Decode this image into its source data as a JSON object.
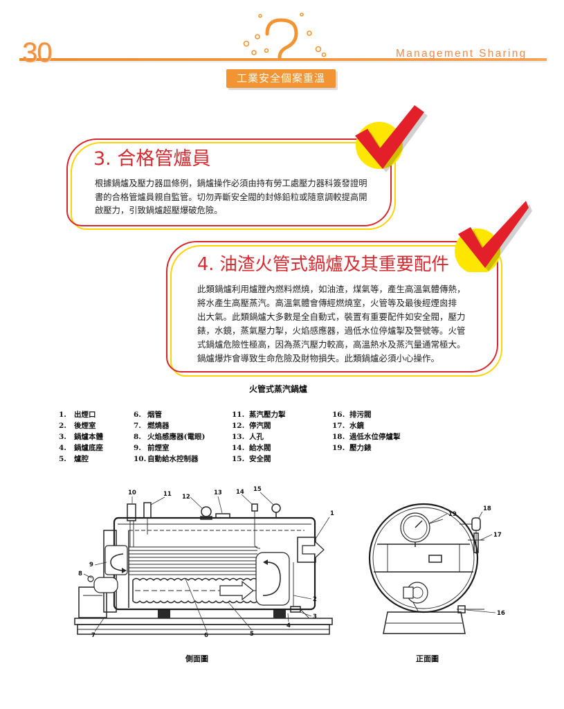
{
  "header": {
    "page_number": "30",
    "section_en": "Management Sharing",
    "section_zh": "工業安全個案重溫"
  },
  "section3": {
    "title": "3. 合格管爐員",
    "lines": [
      "根據鍋爐及壓力器皿條例，鍋爐操作必須由持有勞工處壓力器科簽發證明",
      "書的合格管爐員親自監管。切勿弄斷安全閥的封條鉛粒或隨意調較提高開",
      "啟壓力，引致鍋爐超壓爆破危險。"
    ]
  },
  "section4": {
    "title": "4. 油渣火管式鍋爐及其重要配件",
    "lines": [
      "此類鍋爐利用爐膛內燃料燃燒，如油渣，煤氣等，產生高溫氣體傳熱，",
      "將水產生高壓蒸汽。高溫氣體會傳經燃燒室，火管等及最後經煙囪排",
      "出大氣。此類鍋爐大多數是全自動式，裝置有重要配件如安全閥，壓力",
      "錶，水鏡，蒸氣壓力掣，火焰感應器，過低水位停爐掣及警號等。火管",
      "式鍋爐危險性極高，因為蒸汽壓力較高，高溫熱水及蒸汽量通常極大。",
      "鍋爐爆炸會導致生命危險及財物損失。此類鍋爐必須小心操作。"
    ]
  },
  "diagram": {
    "title": "火管式蒸汽鍋爐",
    "legend": [
      {
        "num": "1.",
        "label": "出煙口"
      },
      {
        "num": "2.",
        "label": "後煙室"
      },
      {
        "num": "3.",
        "label": "鍋爐本體"
      },
      {
        "num": "4.",
        "label": "鍋爐底座"
      },
      {
        "num": "5.",
        "label": "爐腔"
      },
      {
        "num": "6.",
        "label": "烟管"
      },
      {
        "num": "7.",
        "label": "燃燒器"
      },
      {
        "num": "8.",
        "label": "火焰感應器(電眼)"
      },
      {
        "num": "9.",
        "label": "前煙室"
      },
      {
        "num": "10.",
        "label": "自動給水控制器"
      },
      {
        "num": "11.",
        "label": "蒸汽壓力掣"
      },
      {
        "num": "12.",
        "label": "停汽閥"
      },
      {
        "num": "13.",
        "label": "人孔"
      },
      {
        "num": "14.",
        "label": "給水閥"
      },
      {
        "num": "15.",
        "label": "安全閥"
      },
      {
        "num": "16.",
        "label": "排污閥"
      },
      {
        "num": "17.",
        "label": "水鏡"
      },
      {
        "num": "18.",
        "label": "過低水位停爐掣"
      },
      {
        "num": "19.",
        "label": "壓力錶"
      }
    ],
    "side_view": {
      "caption": "側面圖",
      "callouts": [
        "10",
        "11",
        "12",
        "13",
        "14",
        "15",
        "1",
        "9",
        "8",
        "7",
        "6",
        "5",
        "4",
        "3",
        "2"
      ]
    },
    "front_view": {
      "caption": "正面圖",
      "callouts": [
        "19",
        "18",
        "17",
        "16"
      ]
    }
  },
  "colors": {
    "accent_orange": "#f29433",
    "title_red": "#d42a2f",
    "frame_red": "#d6262c",
    "frame_yellow": "#ffd200",
    "check_red": "#e3202a",
    "highlight_yellow": "#ffe600"
  },
  "icons": {
    "checkmark": "checkmark-icon",
    "header_decoration": "question-mark-icon"
  }
}
